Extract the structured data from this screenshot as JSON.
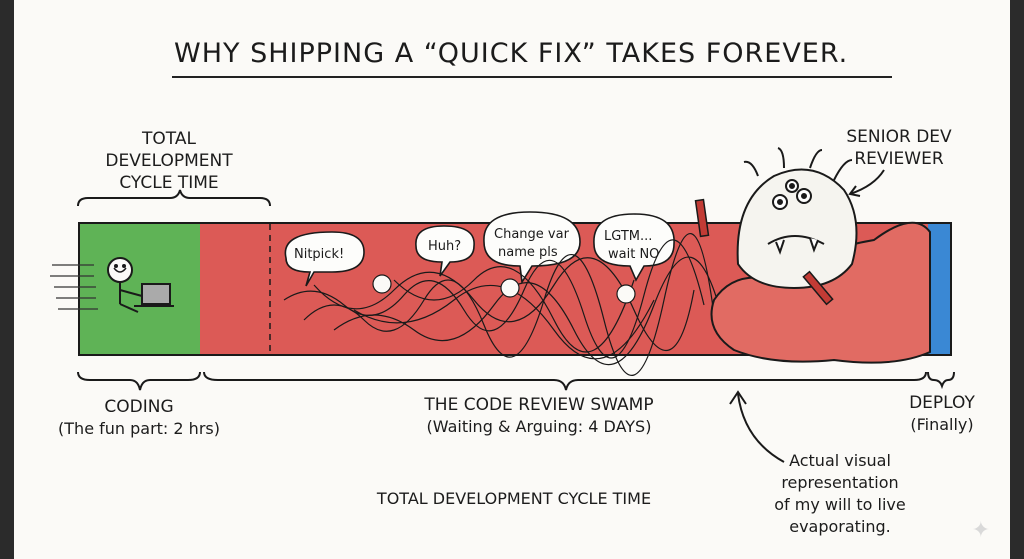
{
  "title": "WHY SHIPPING A “QUICK FIX” TAKES FOREVER.",
  "labels": {
    "total_cycle_top": [
      "TOTAL",
      "DEVELOPMENT",
      "CYCLE TIME"
    ],
    "senior_dev": [
      "SENIOR DEV",
      "REVIEWER"
    ],
    "coding": "CODING",
    "coding_sub": "(The fun part: 2 hrs)",
    "swamp": "THE CODE REVIEW SWAMP",
    "swamp_sub": "(Waiting & Arguing: 4 DAYS)",
    "deploy": "DEPLOY",
    "deploy_sub": "(Finally)",
    "total_cycle_bottom": "TOTAL DEVELOPMENT CYCLE TIME",
    "will_to_live": [
      "Actual visual",
      "representation",
      "of my will to live",
      "evaporating."
    ]
  },
  "bubbles": {
    "b1": "Nitpick!",
    "b2": "Huh?",
    "b3a": "Change var",
    "b3b": "name pls",
    "b4a": "LGTM...",
    "b4b": "wait NO"
  },
  "colors": {
    "coding": "#5fb356",
    "swamp": "#dc5a56",
    "deploy": "#3a88d4"
  },
  "icons": [
    "stick-figure-coder-icon",
    "laptop-icon",
    "tangled-scribble-icon",
    "monster-reviewer-icon",
    "red-pen-icon",
    "arrow-icon",
    "sparkle-icon"
  ]
}
